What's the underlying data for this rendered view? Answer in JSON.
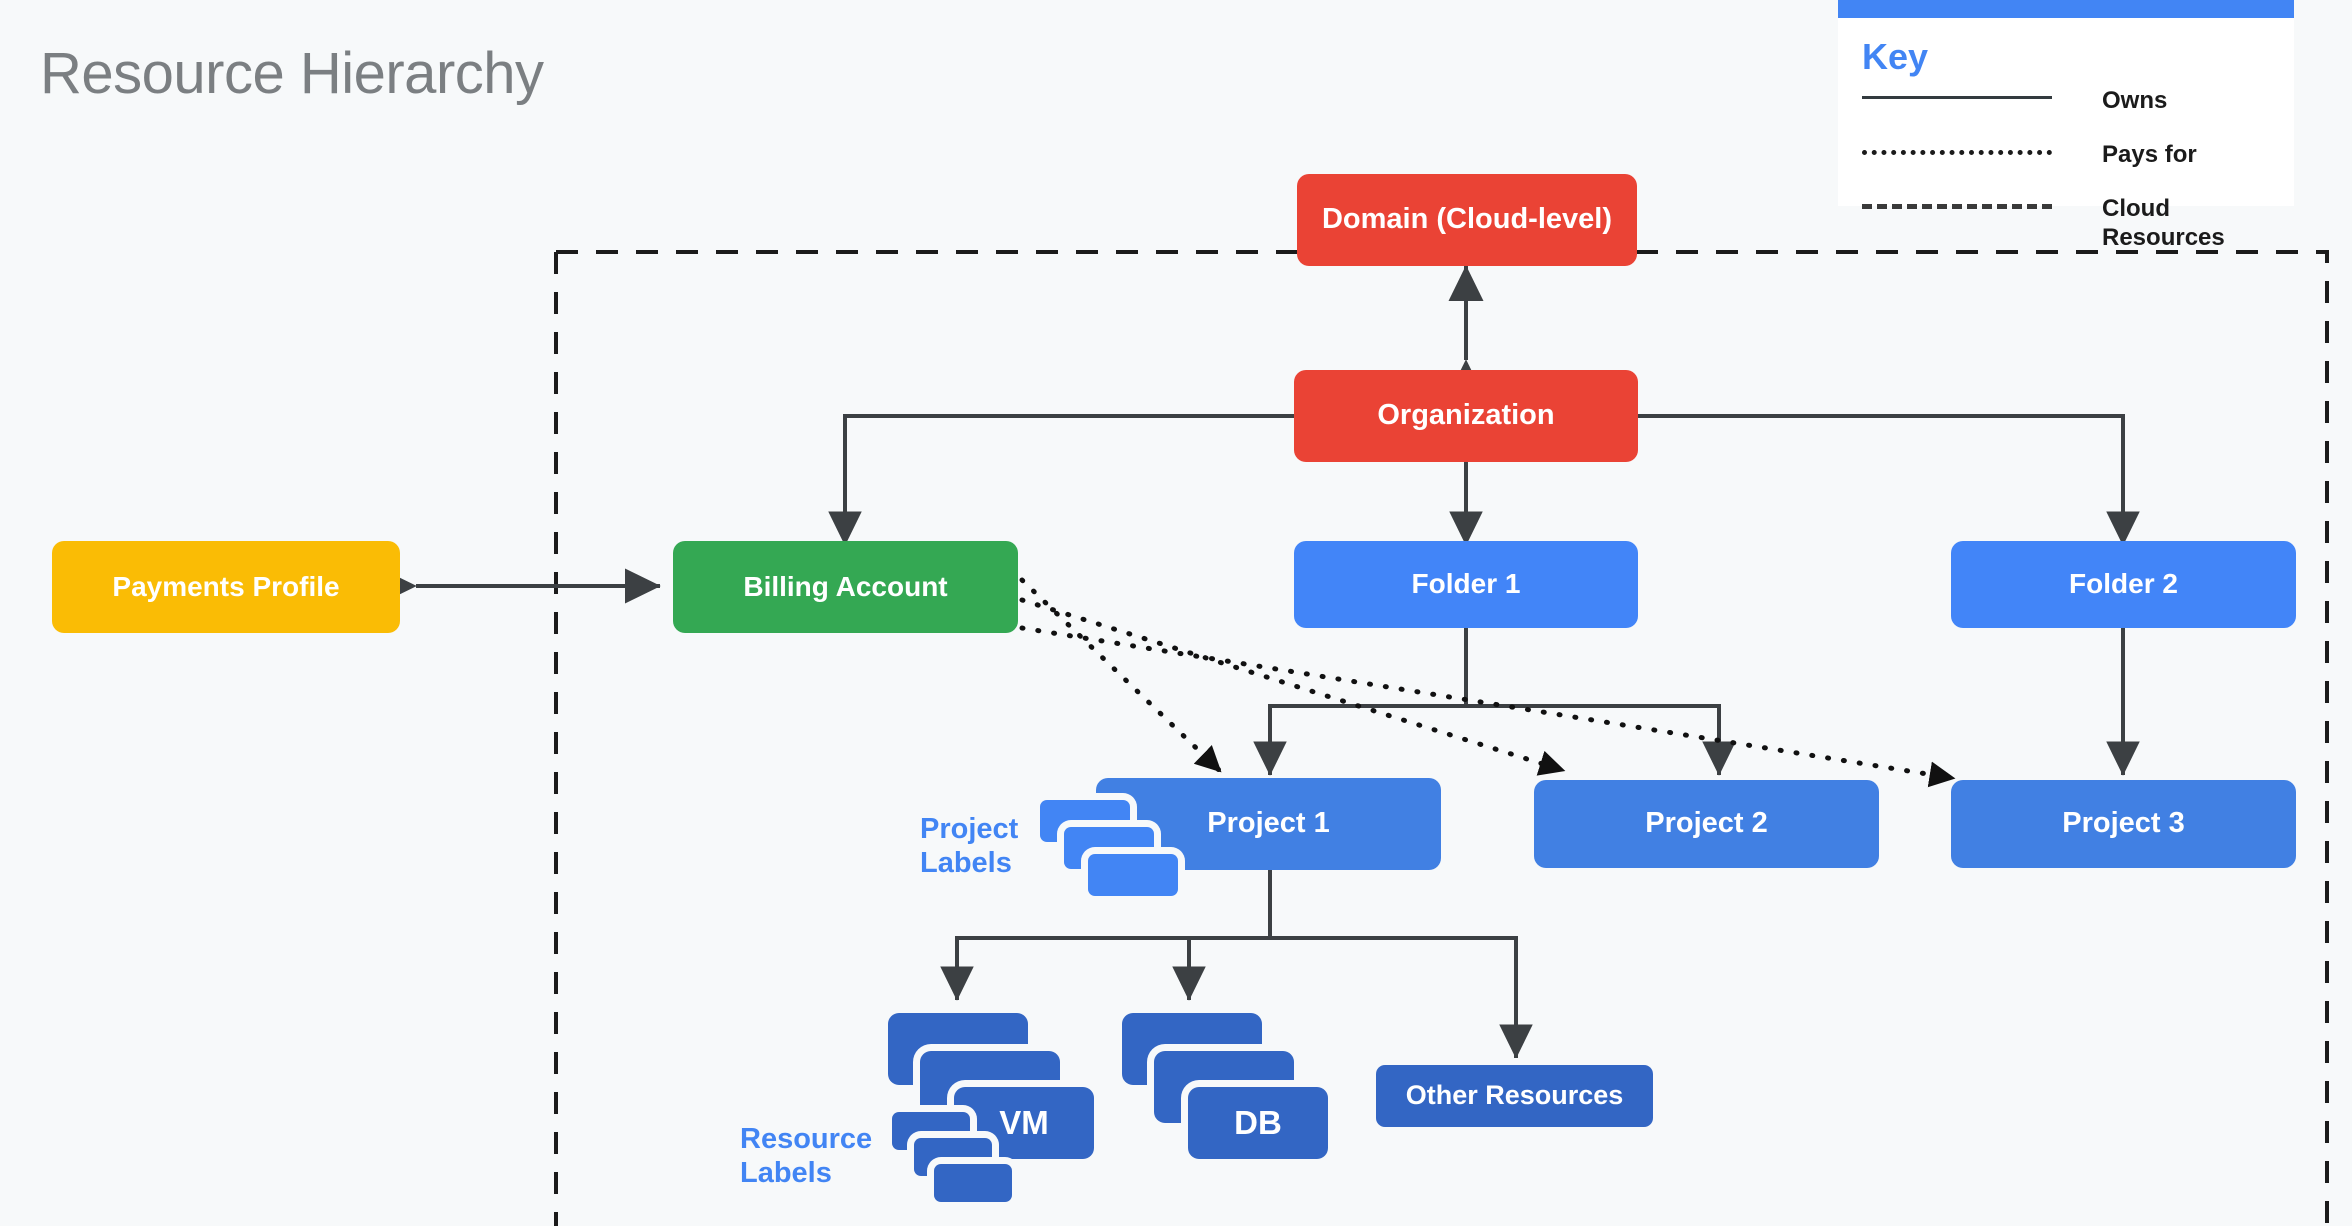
{
  "title": "Resource Hierarchy",
  "colors": {
    "background": "#F7F9FA",
    "title_gray": "#7B7F82",
    "red": "#EA4335",
    "green": "#34A853",
    "yellow": "#FABC05",
    "blue_light": "#4285F8",
    "blue_mid": "#4180E3",
    "blue_dark": "#3366C4",
    "accent_blue": "#4285F4",
    "line": "#3C4043"
  },
  "nodes": {
    "domain": "Domain (Cloud-level)",
    "organization": "Organization",
    "payments_profile": "Payments Profile",
    "billing_account": "Billing Account",
    "folder1": "Folder 1",
    "folder2": "Folder 2",
    "project1": "Project 1",
    "project2": "Project 2",
    "project3": "Project 3",
    "vm": "VM",
    "db": "DB",
    "other_resources": "Other Resources"
  },
  "captions": {
    "project_labels": "Project\nLabels",
    "project_labels_line1": "Project",
    "project_labels_line2": "Labels",
    "resource_labels_line1": "Resource",
    "resource_labels_line2": "Labels"
  },
  "legend": {
    "title": "Key",
    "rows": [
      {
        "style": "solid",
        "label": "Owns"
      },
      {
        "style": "dotted",
        "label": "Pays for"
      },
      {
        "style": "dashed",
        "label": "Cloud\nResources",
        "label_line1": "Cloud",
        "label_line2": "Resources"
      }
    ]
  },
  "edges": [
    {
      "from": "organization",
      "to": "domain",
      "type": "owns",
      "arrows": "both"
    },
    {
      "from": "organization",
      "to": "billing_account",
      "type": "owns",
      "arrows": "end"
    },
    {
      "from": "organization",
      "to": "folder1",
      "type": "owns",
      "arrows": "end"
    },
    {
      "from": "organization",
      "to": "folder2",
      "type": "owns",
      "arrows": "end"
    },
    {
      "from": "payments_profile",
      "to": "billing_account",
      "type": "owns",
      "arrows": "both"
    },
    {
      "from": "folder1",
      "to": "project1",
      "type": "owns",
      "arrows": "end"
    },
    {
      "from": "folder1",
      "to": "project2",
      "type": "owns",
      "arrows": "end"
    },
    {
      "from": "folder2",
      "to": "project3",
      "type": "owns",
      "arrows": "end"
    },
    {
      "from": "project1",
      "to": "vm",
      "type": "owns",
      "arrows": "end"
    },
    {
      "from": "project1",
      "to": "db",
      "type": "owns",
      "arrows": "end"
    },
    {
      "from": "project1",
      "to": "other_resources",
      "type": "owns",
      "arrows": "end"
    },
    {
      "from": "billing_account",
      "to": "project1",
      "type": "pays_for",
      "arrows": "end"
    },
    {
      "from": "billing_account",
      "to": "project2",
      "type": "pays_for",
      "arrows": "end"
    },
    {
      "from": "billing_account",
      "to": "project3",
      "type": "pays_for",
      "arrows": "end"
    }
  ],
  "cloud_boundary": {
    "style": "dashed",
    "label": "Cloud Resources"
  }
}
